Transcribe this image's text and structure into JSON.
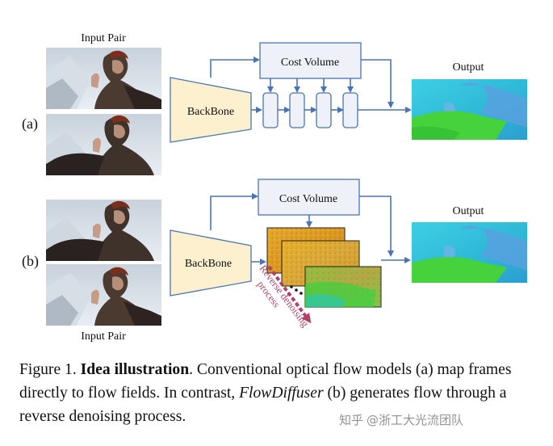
{
  "figure": {
    "labels": {
      "input_pair_top": "Input Pair",
      "input_pair_bottom": "Input Pair",
      "row_a": "(a)",
      "row_b": "(b)",
      "backbone_a": "BackBone",
      "backbone_b": "BackBone",
      "cost_volume_a": "Cost Volume",
      "cost_volume_b": "Cost Volume",
      "output_a": "Output",
      "output_b": "Output",
      "reverse_denoising_line1": "Reverse denoising",
      "reverse_denoising_line2": "process"
    },
    "colors": {
      "arrow_blue": "#4a74b4",
      "backbone_fill": "#fdf0cf",
      "cost_volume_fill": "#eef1f7",
      "reverse_arrow": "#b0416b",
      "flow_cyan": "#2ec4d8",
      "flow_green": "#3fcf4a",
      "noise_orange": "#e0a020"
    }
  },
  "caption": {
    "prefix": "Figure 1. ",
    "bold": "Idea illustration",
    "part1": ". Conventional optical flow models (a) map frames directly to flow fields. In contrast, ",
    "italic": "FlowDiffuser",
    "part2": " (b) generates flow through a reverse denoising process."
  },
  "watermark": {
    "site": "知乎",
    "author": "@浙工大光流团队"
  }
}
